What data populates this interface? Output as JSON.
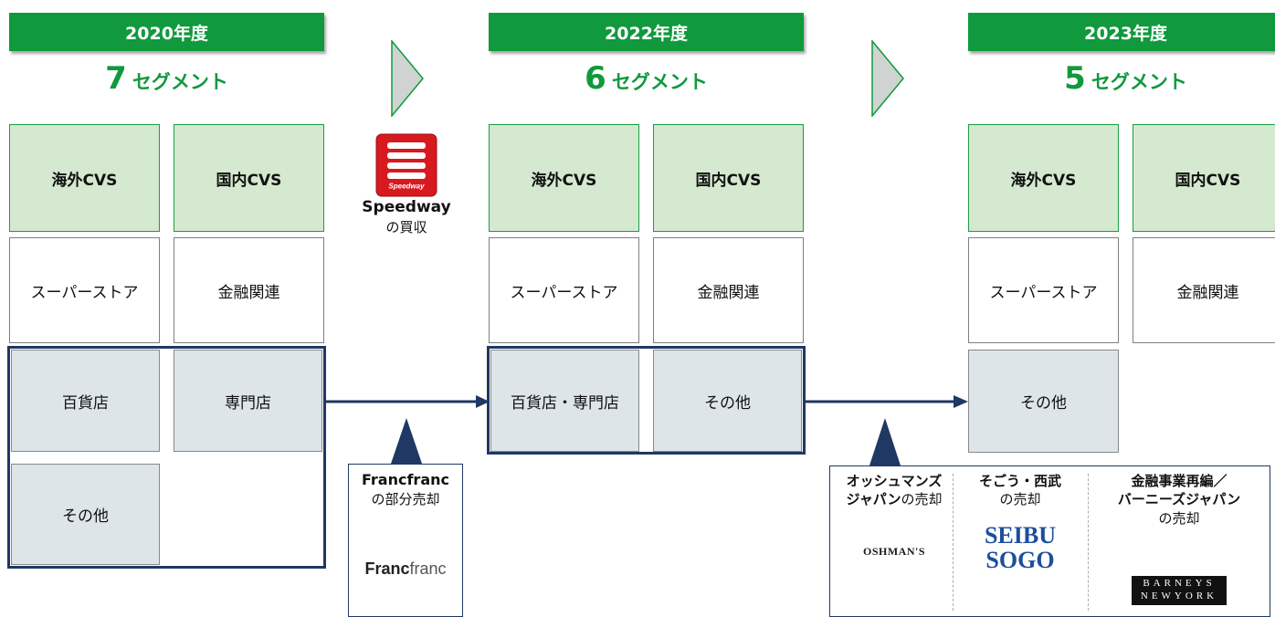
{
  "columns": [
    {
      "year": "2020年度",
      "count": "7",
      "count_label": "セグメント",
      "green": [
        "海外CVS",
        "国内CVS"
      ],
      "white": [
        "スーパーストア",
        "金融関連"
      ],
      "gray": [
        "百貨店",
        "専門店",
        "その他"
      ]
    },
    {
      "year": "2022年度",
      "count": "6",
      "count_label": "セグメント",
      "green": [
        "海外CVS",
        "国内CVS"
      ],
      "white": [
        "スーパーストア",
        "金融関連"
      ],
      "gray": [
        "百貨店・専門店",
        "その他"
      ]
    },
    {
      "year": "2023年度",
      "count": "5",
      "count_label": "セグメント",
      "green": [
        "海外CVS",
        "国内CVS"
      ],
      "white": [
        "スーパーストア",
        "金融関連"
      ],
      "gray": [
        "その他"
      ]
    }
  ],
  "speedway": {
    "logo_text": "Speedway",
    "name": "Speedway",
    "action": "の買収"
  },
  "francfranc": {
    "name": "Francfranc",
    "action": "の部分売却",
    "logo_bold": "Franc",
    "logo_light": "franc"
  },
  "divestitures": [
    {
      "line1": "オッシュマンズ",
      "line2_bold": "ジャパン",
      "line2": "の売却",
      "logo": "OSHMAN'S"
    },
    {
      "line1": "そごう・西武",
      "line2_bold": "",
      "line2": "の売却",
      "logo_line1": "SEIBU",
      "logo_line2": "SOGO"
    },
    {
      "line1": "金融事業再編／",
      "line2_bold": "バーニーズジャパン",
      "line2": "の売却",
      "logo_line1": "BARNEYS",
      "logo_line2": "NEWYORK"
    }
  ],
  "colors": {
    "brand_green": "#10993d",
    "navy": "#1f3864",
    "box_green": "#d5e8d0",
    "box_gray": "#dde5e9",
    "speedway_red": "#d71920"
  }
}
